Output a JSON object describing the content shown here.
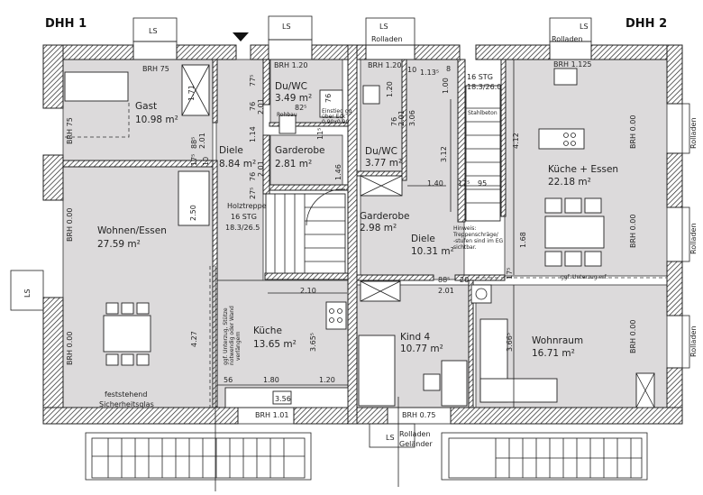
{
  "houses": {
    "left": "DHH 1",
    "right": "DHH 2"
  },
  "rooms": [
    {
      "name": "Gast",
      "area": "10.98 m²"
    },
    {
      "name": "Wohnen/Essen",
      "area": "27.59 m²"
    },
    {
      "name": "Diele",
      "area": "8.84 m²"
    },
    {
      "name": "Du/WC",
      "area": "3.49 m²"
    },
    {
      "name": "Garderobe",
      "area": "2.81 m²"
    },
    {
      "name": "Küche",
      "area": "13.65 m²"
    },
    {
      "name": "Du/WC",
      "area": "3.77 m²"
    },
    {
      "name": "Garderobe",
      "area": "2.98 m²"
    },
    {
      "name": "Diele",
      "area": "10.31 m²"
    },
    {
      "name": "Kind 4",
      "area": "10.77 m²"
    },
    {
      "name": "Wohnraum",
      "area": "16.71 m²"
    },
    {
      "name": "Küche + Essen",
      "area": "22.18 m²"
    }
  ],
  "stairs": {
    "left": [
      "Holztreppe",
      "16 STG",
      "18.3/26.5"
    ],
    "right": [
      "16 STG",
      "18.3/26.0",
      "Stahlbeton"
    ]
  },
  "notes": {
    "hinweis": [
      "Hinweis:",
      "Treppenschräge/",
      "-stufen sind im EG",
      "sichtbar."
    ],
    "glass": [
      "feststehend",
      "Sicherheitsglas"
    ],
    "unterzug_left": [
      "ggf. Unterzug, Stütze",
      "notwendig oder Wand",
      "verlängern"
    ],
    "unterzug_right": "ggf. Unterzug erf.",
    "einstieg": [
      "Einstieg gg",
      "über Eck",
      "0.90x0.90"
    ],
    "rohbau": "Rohbau"
  },
  "window_labels": {
    "ls": "LS",
    "rolladen": "Rolladen",
    "gelaender": "Geländer",
    "brh": [
      "BRH 75",
      "BRH 75",
      "BRH 0.00",
      "BRH 0.00",
      "BRH 1.20",
      "BRH 1.20",
      "BRH 1.125",
      "BRH 0.00",
      "BRH 0.00",
      "BRH 0.00",
      "BRH 1.01",
      "BRH 0.75"
    ]
  },
  "dims": [
    "1.71",
    "88⁵",
    "2.01",
    "10",
    "17⁵",
    "2.50",
    "77⁵",
    "76",
    "2.01",
    "1.14",
    "76",
    "2.01",
    "27⁵",
    "82⁵",
    "1.46",
    "76",
    "11⁵",
    "2.10",
    "4.27",
    "3.65⁵",
    "56",
    "1.80",
    "1.20",
    "3.56",
    "1.20",
    "10",
    "1.13⁵",
    "8",
    "1.00",
    "76",
    "2.01",
    "3.06",
    "3.12",
    "1.40",
    "17⁵",
    "95",
    "4.12",
    "1.68",
    "88⁵",
    "2.01",
    "20",
    "17⁵",
    "3.66⁵"
  ]
}
